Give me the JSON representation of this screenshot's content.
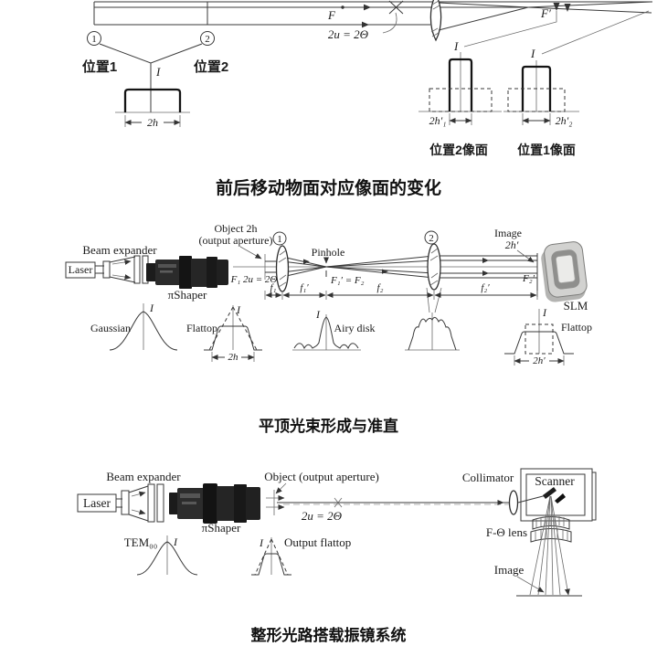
{
  "colors": {
    "pos1_red": "#b32c38",
    "pos2_magenta": "#c34cc9",
    "stroke_dark": "#3a3a3a",
    "device_black": "#1f1f1f"
  },
  "captions": {
    "c1": "前后移动物面对应像面的变化",
    "c2": "平顶光束形成与准直",
    "c3": "整形光路搭载振镜系统"
  },
  "d1": {
    "n1": "1",
    "n2": "2",
    "pos1": "位置1",
    "pos2": "位置2",
    "i": "I",
    "dim_2h": "2h",
    "f": "F",
    "angle": "2u = 2Θ",
    "f_prime": "F′",
    "dim_2h1": "2h′₁",
    "dim_2h2": "2h′₂",
    "plane2": "位置2像面",
    "plane1": "位置1像面"
  },
  "d2": {
    "laser": "Laser",
    "beam_expander": "Beam expander",
    "pishaper": "πShaper",
    "object1": "Object 2h",
    "object2": "(output aperture)",
    "n1": "1",
    "front_focus_angle": "F₁ 2u = 2Θ",
    "pinhole": "Pinhole",
    "pinhole_focus": "F₁′ = F₂",
    "n2": "2",
    "image1": "Image",
    "image2": "2h′",
    "f2_prime_pt": "F₂′",
    "slm": "SLM",
    "gaussian": "Gaussian",
    "flattop": "Flattop",
    "airy": "Airy disk",
    "flattop2": "Flattop",
    "i": "I",
    "dim_2h": "2h",
    "dim_2hp": "2h′",
    "f1": "f₁",
    "f1p": "f₁′",
    "f2": "f₂",
    "f2p": "f₂′"
  },
  "d3": {
    "laser": "Laser",
    "beam_expander": "Beam expander",
    "pishaper": "πShaper",
    "tem00": "TEM₀₀",
    "i": "I",
    "object": "Object (output aperture)",
    "angle": "2u = 2Θ",
    "output_flattop": "Output flattop",
    "collimator": "Collimator",
    "scanner": "Scanner",
    "ftheta": "F-Θ lens",
    "image": "Image"
  }
}
